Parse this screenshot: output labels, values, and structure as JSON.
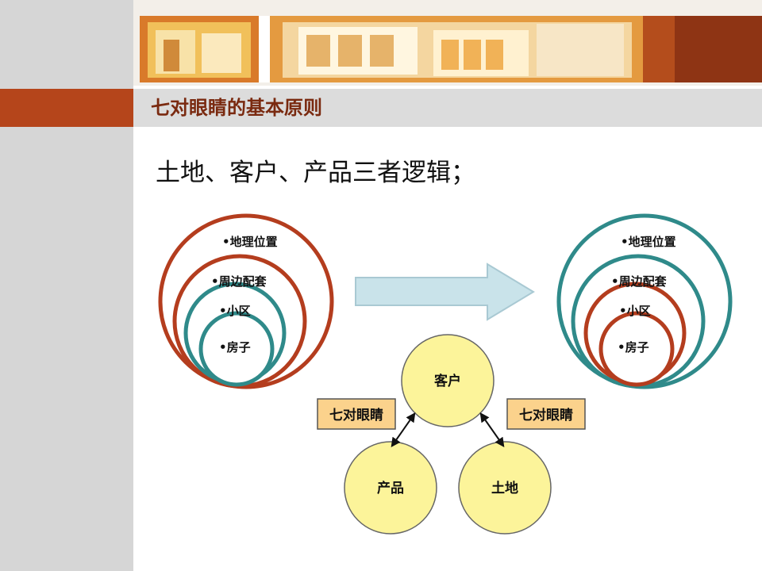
{
  "slide": {
    "title": "七对眼睛的基本原则",
    "subtitle": "土地、客户、产品三者逻辑；"
  },
  "left_circles": {
    "rings": [
      "•地理位置",
      "•周边配套",
      "•小区",
      "•房子"
    ]
  },
  "right_circles": {
    "rings": [
      "•地理位置",
      "•周边配套",
      "•小区",
      "•房子"
    ]
  },
  "triangle": {
    "top": "客户",
    "bottom_left": "产品",
    "bottom_right": "土地",
    "left_label": "七对眼睛",
    "right_label": "七对眼睛"
  },
  "colors": {
    "accent_orange": "#b5451b",
    "ring_red": "#b43d1e",
    "ring_teal": "#2f8a8a",
    "arrow_fill": "#c9e3ea",
    "node_fill": "#fcf49a",
    "label_box_fill": "#fbd28c"
  }
}
